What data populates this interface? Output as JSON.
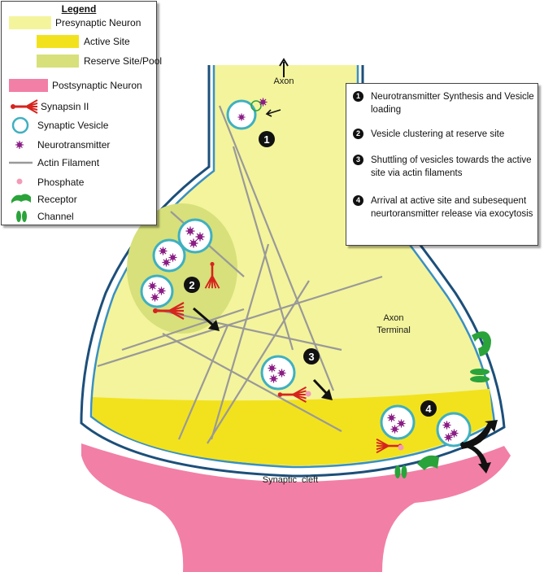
{
  "legend": {
    "title": "Legend",
    "items": [
      {
        "label": "Presynaptic Neuron",
        "color": "#f4f49c"
      },
      {
        "label": "Active Site",
        "color": "#f2e21e"
      },
      {
        "label": "Reserve Site/Pool",
        "color": "#d7e07a"
      },
      {
        "label": "Postsynaptic Neuron",
        "color": "#f27fa6"
      },
      {
        "label": "Synapsin II",
        "color": "#d6231e"
      },
      {
        "label": "Synaptic Vesicle",
        "color": "#3fb0c0"
      },
      {
        "label": "Neurotransmitter",
        "color": "#8b1f86"
      },
      {
        "label": "Actin Filament",
        "color": "#999999"
      },
      {
        "label": "Phosphate",
        "color": "#f29bb6"
      },
      {
        "label": "Receptor",
        "color": "#2aa33a"
      },
      {
        "label": "Channel",
        "color": "#2aa33a"
      }
    ]
  },
  "steps": [
    {
      "number": "1",
      "text": "Neurotransmitter Synthesis and Vesicle loading"
    },
    {
      "number": "2",
      "text": "Vesicle clustering at reserve site"
    },
    {
      "number": "3",
      "text": "Shuttling of vesicles towards the active site via actin filaments"
    },
    {
      "number": "4",
      "text": "Arrival at active site and subesequent neurtoransmitter release via exocytosis"
    }
  ],
  "labels": {
    "axon": "Axon",
    "axon_terminal_line1": "Axon",
    "axon_terminal_line2": "Terminal",
    "synaptic_cleft": "Synaptic  cleft"
  },
  "markers": {
    "m1": "1",
    "m2": "2",
    "m3": "3",
    "m4": "4"
  },
  "colors": {
    "presynaptic": "#f4f49c",
    "active_site": "#f2e21e",
    "reserve_pool": "#d7e07a",
    "postsynaptic": "#f27fa6",
    "membrane": "#3a90c2",
    "synapsin": "#d6231e",
    "vesicle": "#3fb0c0",
    "neurotransmitter": "#8b1f86",
    "actin": "#999999",
    "phosphate": "#f29bb6",
    "receptor": "#2aa33a"
  }
}
